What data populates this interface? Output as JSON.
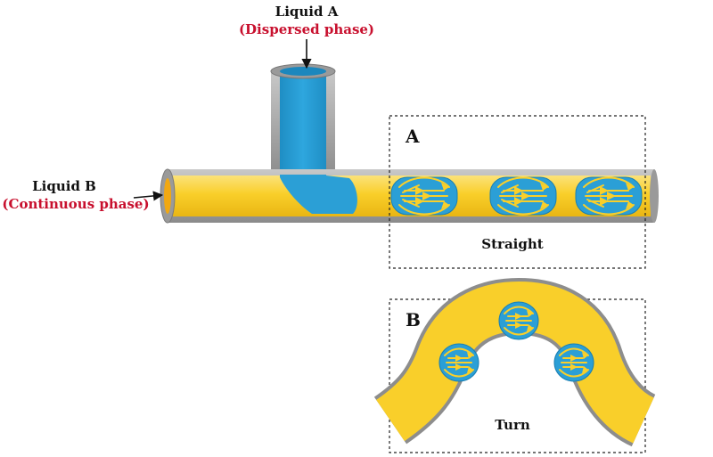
{
  "liquid_a": {
    "name": "Liquid A",
    "phase": "(Dispersed phase)"
  },
  "liquid_b": {
    "name": "Liquid B",
    "phase": "(Continuous phase)"
  },
  "panel_a": {
    "letter": "A",
    "caption": "Straight"
  },
  "panel_b": {
    "letter": "B",
    "caption": "Turn"
  },
  "colors": {
    "continuous_phase": "#f9cf2a",
    "dispersed_phase": "#2b9fd6",
    "tube_wall": "#9a9a9a",
    "label_red": "#c8102e"
  }
}
